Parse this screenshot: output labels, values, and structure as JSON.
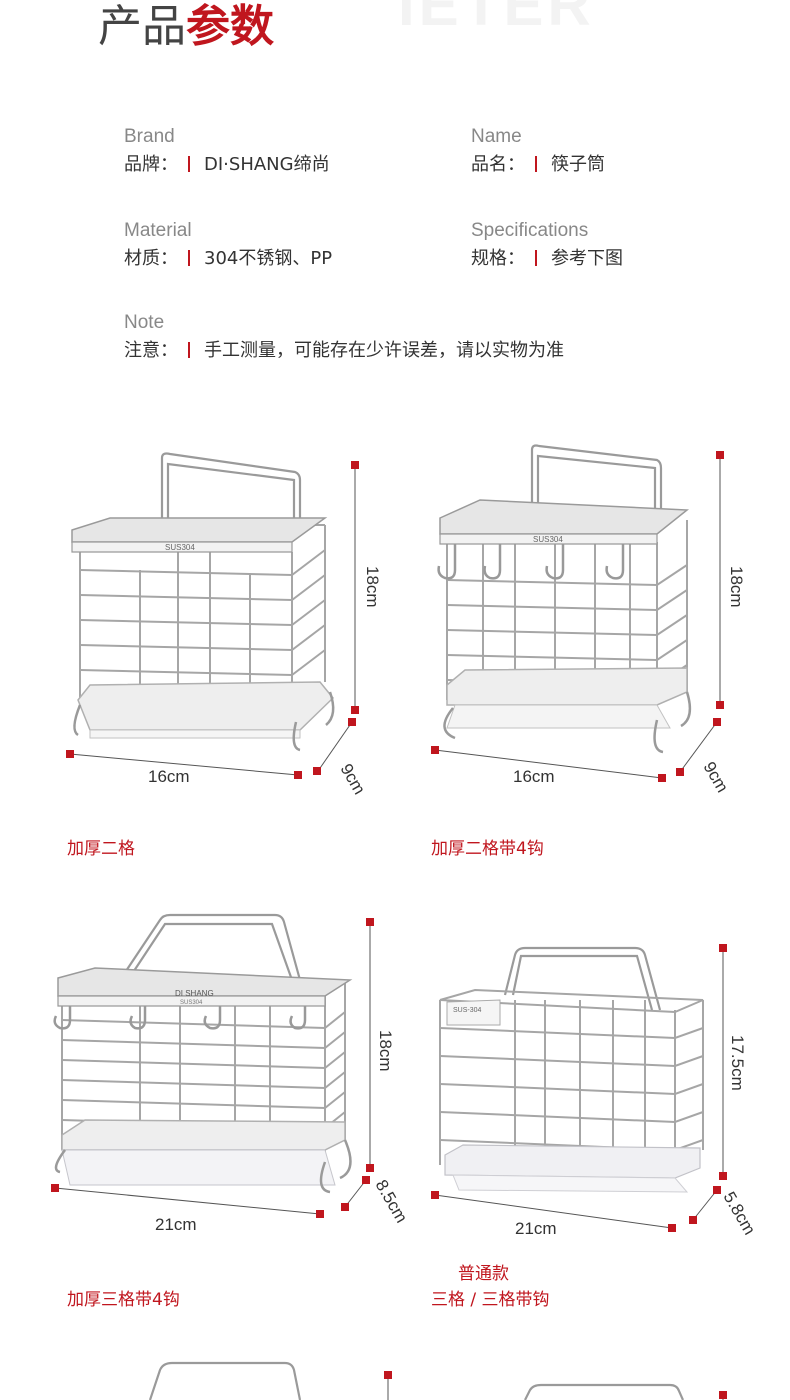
{
  "header": {
    "title_part1": "产品",
    "title_part2": "参数",
    "watermark": "IETER"
  },
  "params": {
    "brand": {
      "en": "Brand",
      "label": "品牌：",
      "value": "DI·SHANG缔尚"
    },
    "name": {
      "en": "Name",
      "label": "品名：",
      "value": "筷子筒"
    },
    "material": {
      "en": "Material",
      "label": "材质：",
      "value": "304不锈钢、PP"
    },
    "spec": {
      "en": "Specifications",
      "label": "规格：",
      "value": "参考下图"
    },
    "note": {
      "en": "Note",
      "label": "注意：",
      "value": "手工测量，可能存在少许误差，请以实物为准"
    }
  },
  "products": [
    {
      "caption": "加厚二格",
      "width": "16cm",
      "height": "18cm",
      "depth": "9cm",
      "plate": "SUS304"
    },
    {
      "caption": "加厚二格带4钩",
      "width": "16cm",
      "height": "18cm",
      "depth": "9cm",
      "plate": "SUS304"
    },
    {
      "caption": "加厚三格带4钩",
      "width": "21cm",
      "height": "18cm",
      "depth": "8.5cm",
      "plate": "DI SHANG",
      "plate2": "SUS304"
    },
    {
      "caption_top": "普通款",
      "caption": "三格 / 三格带钩",
      "width": "21cm",
      "height": "17.5cm",
      "depth": "5.8cm",
      "plate": "SUS-304"
    }
  ],
  "colors": {
    "accent": "#c0161e",
    "steel": "#9a9a9a",
    "text": "#333333"
  }
}
